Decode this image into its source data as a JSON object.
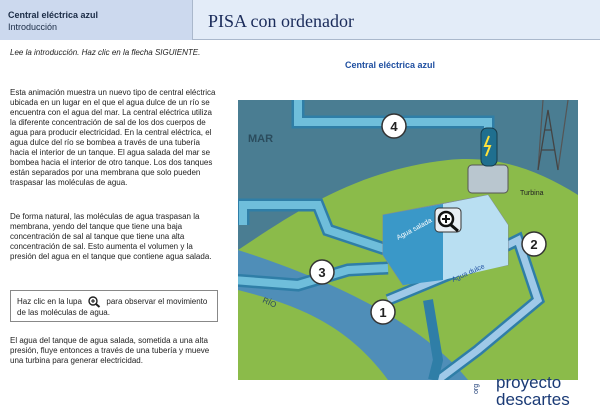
{
  "header": {
    "app_name": "Central eléctrica azul",
    "section": "Introducción",
    "title": "PISA con ordenador"
  },
  "instruction": "Lee la introducción. Haz clic en la flecha SIGUIENTE.",
  "diagram": {
    "title": "Central eléctrica azul",
    "labels": {
      "sea": "MAR",
      "river": "RÍO",
      "turbine": "Turbina",
      "salt_water": "Agua salada",
      "fresh_water": "Agua dulce"
    },
    "markers": [
      "1",
      "2",
      "3",
      "4"
    ]
  },
  "paragraphs": {
    "p1": "Esta animación muestra un nuevo tipo de central eléctrica ubicada en un lugar en el que el agua dulce de un río se encuentra con el agua del mar. La central eléctrica utiliza la diferente concentración de sal de los dos cuerpos de agua para producir electricidad. En la central eléctrica, el agua dulce del río se bombea a través de una tubería hacia el interior de un tanque. El agua salada del mar se bombea hacia el interior de otro tanque. Los dos tanques están separados por una membrana que solo pueden traspasar las moléculas de agua.",
    "p2": "De forma natural, las moléculas de agua traspasan la membrana, yendo del tanque que tiene una baja concentración de sal al tanque que tiene una alta concentración de sal. Esto aumenta el volumen y la presión del agua en el tanque que contiene agua salada.",
    "p3": "El agua del tanque de agua salada, sometida a una alta presión, fluye entonces a través de una tubería y mueve una turbina para generar electricidad."
  },
  "hint": {
    "before": "Haz clic en la lupa",
    "after": "para observar el movimiento de las moléculas de agua."
  },
  "logo": {
    "prefix": "org",
    "line1": "proyecto",
    "line2": "descartes"
  },
  "colors": {
    "header_bg": "#e3ecf8",
    "header_left_bg": "#ccd9ee",
    "title_blue": "#1f4fa0",
    "sea": "#4a7d92",
    "land": "#8bbb4a",
    "river": "#4f8eb8",
    "pipe": "#6fbedb"
  }
}
